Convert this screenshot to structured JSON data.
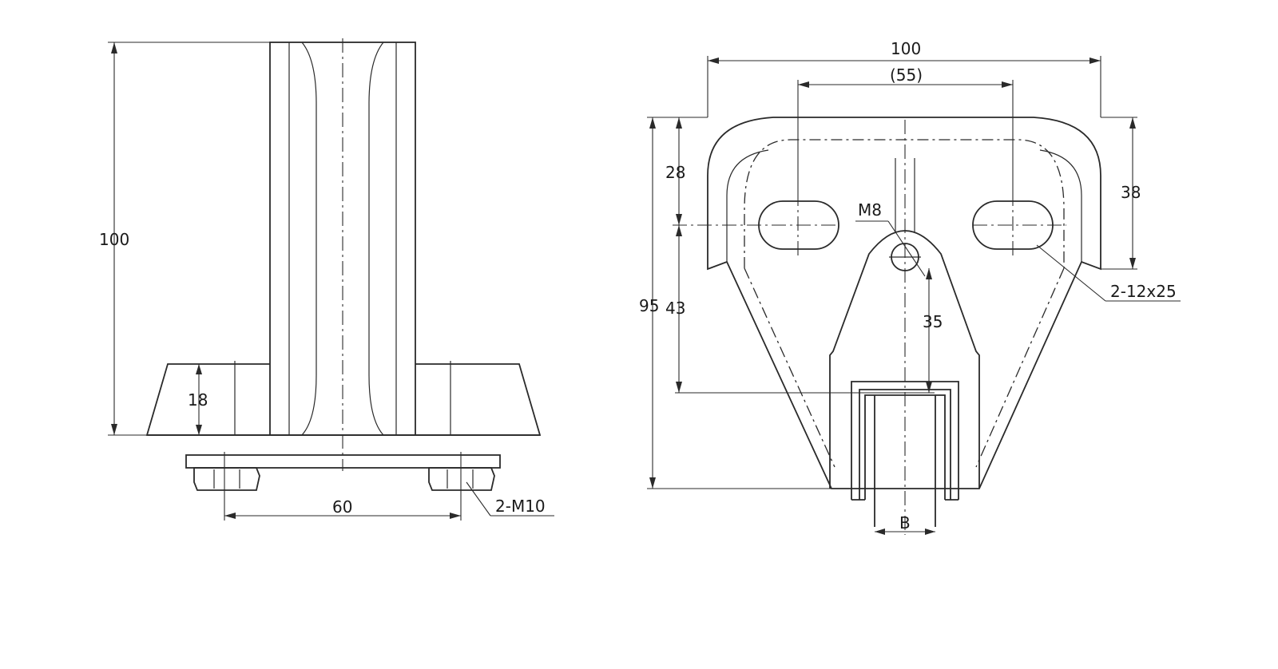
{
  "side_view": {
    "height_total": "100",
    "base_height": "18",
    "bolt_spacing": "60",
    "bolt_callout": "2-M10"
  },
  "front_view": {
    "width_total": "100",
    "slot_spacing": "(55)",
    "slot_top_offset": "28",
    "height_total": "95",
    "lower_height": "43",
    "right_height": "38",
    "slot_callout": "2-12x25",
    "tap_callout": "M8",
    "hole_height": "35",
    "channel_width": "B"
  }
}
